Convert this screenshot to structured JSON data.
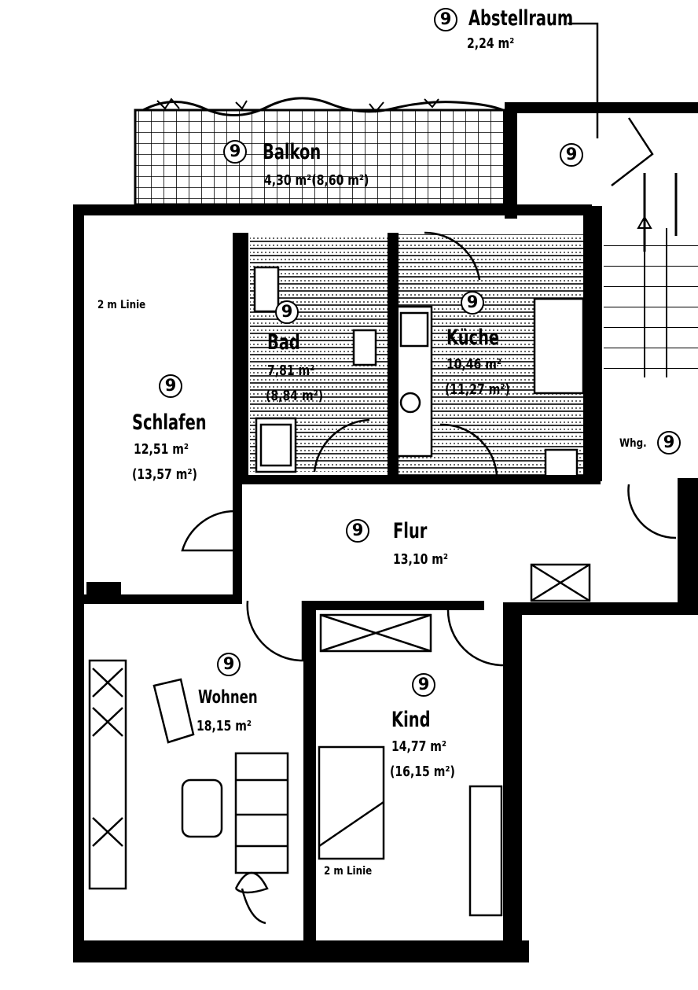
{
  "marker": "9",
  "rooms": {
    "abstellraum": {
      "name": "Abstellraum",
      "area": "2,24 m²"
    },
    "balkon": {
      "name": "Balkon",
      "area": "4,30 m²(8,60 m²)"
    },
    "schlafen": {
      "name": "Schlafen",
      "area": "12,51 m²",
      "area_alt": "(13,57 m²)",
      "note": "2 m Linie"
    },
    "bad": {
      "name": "Bad",
      "area": "7,81 m²",
      "area_alt": "(8,84 m²)"
    },
    "kueche": {
      "name": "Küche",
      "area": "10,46 m²",
      "area_alt": "(11,27 m²)"
    },
    "wohnung": {
      "name": "Whg."
    },
    "flur": {
      "name": "Flur",
      "area": "13,10 m²"
    },
    "wohnen": {
      "name": "Wohnen",
      "area": "18,15 m²"
    },
    "kind": {
      "name": "Kind",
      "area": "14,77 m²",
      "area_alt": "(16,15 m²)",
      "note": "2 m Linie"
    }
  }
}
